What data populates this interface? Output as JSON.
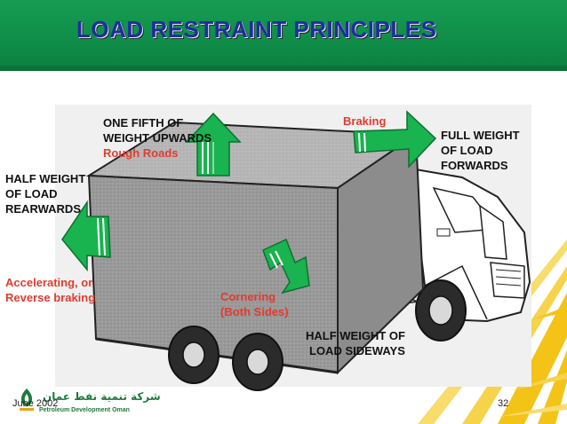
{
  "slide": {
    "title": "LOAD RESTRAINT PRINCIPLES",
    "page_number": "32",
    "date": "June 2002"
  },
  "company": {
    "name_en": "Petroleum Development Oman",
    "name_ar": "شركة تنمية نفط عمان"
  },
  "labels": {
    "upward": {
      "line1": "ONE FIFTH OF",
      "line2": "WEIGHT UPWARDS",
      "condition": "Rough Roads"
    },
    "braking": "Braking",
    "forward": {
      "line1": "FULL WEIGHT",
      "line2": "OF LOAD",
      "line3": "FORWARDS"
    },
    "rearward": {
      "line1": "HALF WEIGHT",
      "line2": "OF LOAD",
      "line3": "REARWARDS"
    },
    "accelerating": {
      "line1": "Accelerating, or",
      "line2": "Reverse braking"
    },
    "cornering": {
      "line1": "Cornering",
      "line2": "(Both Sides)"
    },
    "sideways": {
      "line1": "HALF WEIGHT OF",
      "line2": "LOAD SIDEWAYS"
    }
  },
  "colors": {
    "header_green": "#169c52",
    "title_blue": "#1d2f9c",
    "arrow_green": "#19b34f",
    "condition_red": "#e23b2e",
    "sunburst_yellow": "#f3c318"
  },
  "icons": {
    "up_arrow": "arrow-up-icon",
    "forward_arrow": "arrow-right-icon",
    "rear_arrow": "arrow-left-icon",
    "side_arrow": "arrow-down-right-icon",
    "logo": "pdo-logo-icon"
  }
}
